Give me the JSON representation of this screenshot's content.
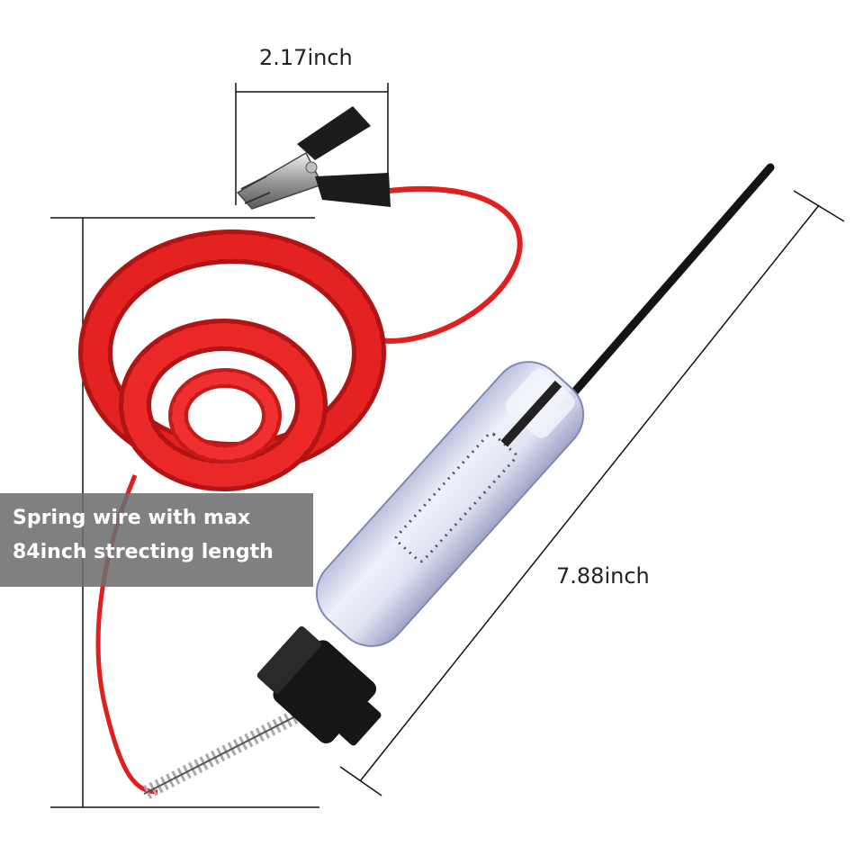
{
  "labels": {
    "clip_width": "2.17inch",
    "tester_length": "7.88inch"
  },
  "caption": {
    "line1": "Spring wire with max",
    "line2": "84inch strecting length"
  },
  "colors": {
    "cord": "#e01f1f",
    "cord_dark": "#a81010",
    "probe": "#1a1a1a",
    "handle": "#d8dcef",
    "caption_bg": "#6e6e6e",
    "dimension_line": "#111111"
  },
  "icons": {
    "clip": "alligator-clip-icon",
    "probe": "circuit-tester-probe-icon"
  }
}
